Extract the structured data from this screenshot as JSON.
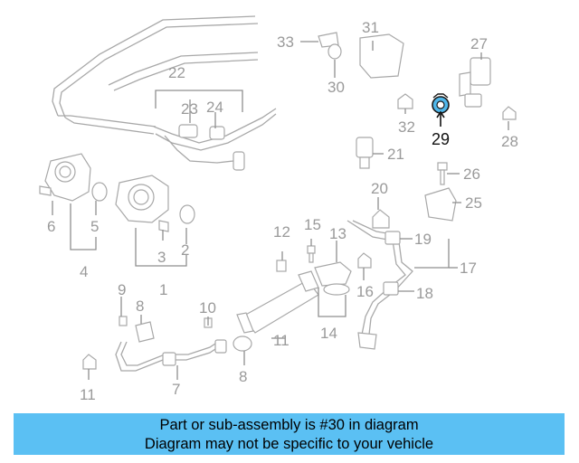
{
  "diagram": {
    "callouts": [
      {
        "id": "1",
        "label": "1"
      },
      {
        "id": "2",
        "label": "2"
      },
      {
        "id": "3",
        "label": "3"
      },
      {
        "id": "4",
        "label": "4"
      },
      {
        "id": "5",
        "label": "5"
      },
      {
        "id": "6",
        "label": "6"
      },
      {
        "id": "7",
        "label": "7"
      },
      {
        "id": "8a",
        "label": "8"
      },
      {
        "id": "8b",
        "label": "8"
      },
      {
        "id": "9",
        "label": "9"
      },
      {
        "id": "10",
        "label": "10"
      },
      {
        "id": "11",
        "label": "11"
      },
      {
        "id": "12",
        "label": "12"
      },
      {
        "id": "13",
        "label": "13"
      },
      {
        "id": "14",
        "label": "14"
      },
      {
        "id": "15",
        "label": "15"
      },
      {
        "id": "16",
        "label": "16"
      },
      {
        "id": "17",
        "label": "17"
      },
      {
        "id": "18",
        "label": "18"
      },
      {
        "id": "19",
        "label": "19"
      },
      {
        "id": "20",
        "label": "20"
      },
      {
        "id": "21",
        "label": "21"
      },
      {
        "id": "22",
        "label": "22"
      },
      {
        "id": "23",
        "label": "23"
      },
      {
        "id": "24",
        "label": "24"
      },
      {
        "id": "25",
        "label": "25"
      },
      {
        "id": "26",
        "label": "26"
      },
      {
        "id": "27",
        "label": "27"
      },
      {
        "id": "28",
        "label": "28"
      },
      {
        "id": "29",
        "label": "29"
      },
      {
        "id": "30",
        "label": "30"
      },
      {
        "id": "31",
        "label": "31"
      },
      {
        "id": "32",
        "label": "32"
      },
      {
        "id": "33",
        "label": "33"
      },
      {
        "id": "34",
        "label": "34"
      }
    ],
    "highlighted_part": "30",
    "highlight_color": "#4fb7ea",
    "line_color": "#a8a8a8",
    "label_color": "#9a9a9a"
  },
  "banner": {
    "line1": "Part or sub-assembly is #30 in diagram",
    "line2": "Diagram may not be specific to your vehicle",
    "color": "#5bc0f3"
  }
}
